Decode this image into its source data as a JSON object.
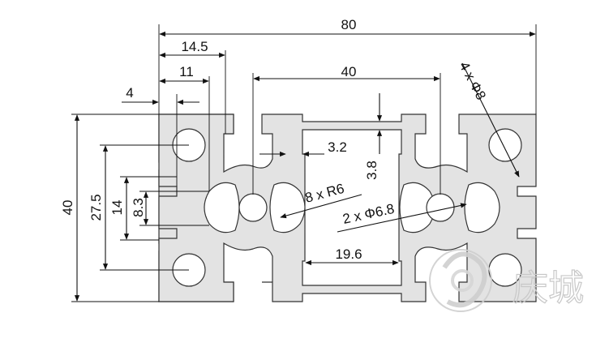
{
  "dimensions": {
    "overall_width": "80",
    "slot_to_edge": "14.5",
    "slot_inner": "11",
    "slot_lip": "4",
    "center_span": "40",
    "overall_height": "40",
    "hole_pitch": "27.5",
    "slot_opening": "14",
    "slot_depth": "8.3",
    "wall_thickness": "3.2",
    "wall_depth": "3.8",
    "corner_radius": "8 x R6",
    "center_holes": "2 x Φ6.8",
    "corner_holes": "4 x Φ8",
    "cavity_width": "19.6"
  },
  "watermark": {
    "text": "庆城"
  }
}
